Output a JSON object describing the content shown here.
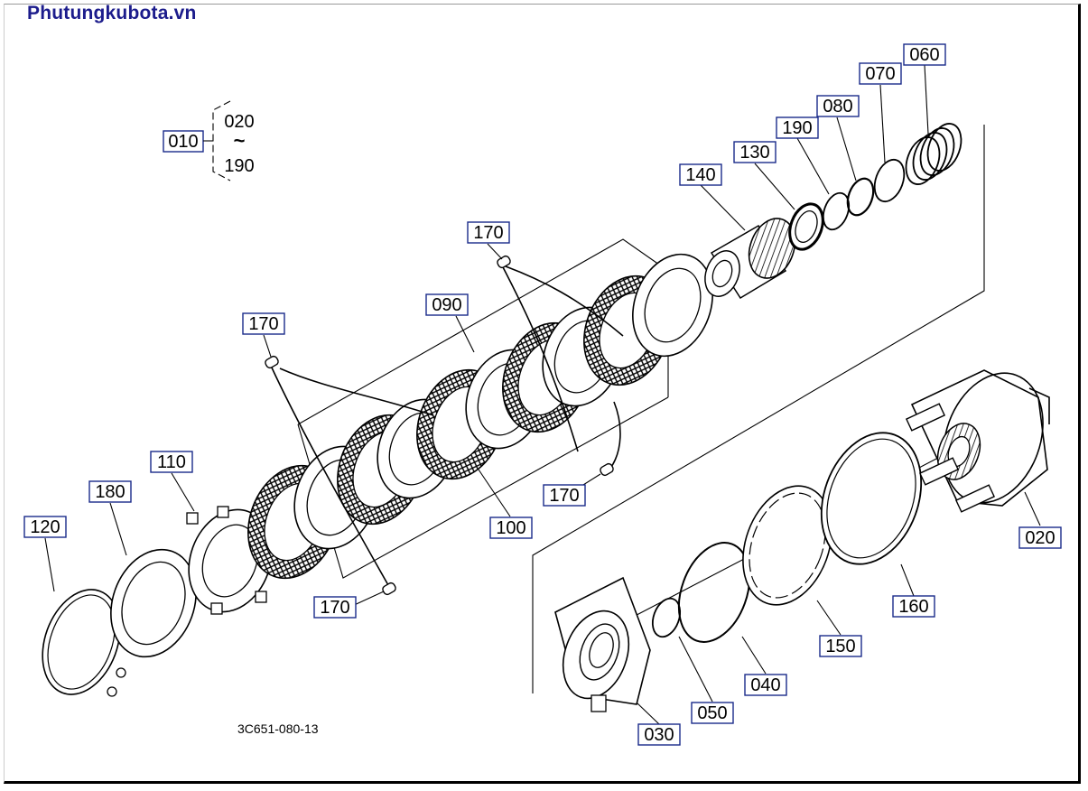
{
  "watermark": "Phutungkubota.vn",
  "drawing_code": "3C651-080-13",
  "assembly": {
    "label": "010",
    "range_start": "020",
    "range_symbol": "~",
    "range_end": "190"
  },
  "callouts": [
    {
      "id": "c060",
      "text": "060"
    },
    {
      "id": "c070",
      "text": "070"
    },
    {
      "id": "c080",
      "text": "080"
    },
    {
      "id": "c190",
      "text": "190"
    },
    {
      "id": "c130",
      "text": "130"
    },
    {
      "id": "c140",
      "text": "140"
    },
    {
      "id": "c170a",
      "text": "170"
    },
    {
      "id": "c170b",
      "text": "170"
    },
    {
      "id": "c170c",
      "text": "170"
    },
    {
      "id": "c170d",
      "text": "170"
    },
    {
      "id": "c090",
      "text": "090"
    },
    {
      "id": "c110",
      "text": "110"
    },
    {
      "id": "c180",
      "text": "180"
    },
    {
      "id": "c120",
      "text": "120"
    },
    {
      "id": "c100",
      "text": "100"
    },
    {
      "id": "c020",
      "text": "020"
    },
    {
      "id": "c160",
      "text": "160"
    },
    {
      "id": "c150",
      "text": "150"
    },
    {
      "id": "c040",
      "text": "040"
    },
    {
      "id": "c050",
      "text": "050"
    },
    {
      "id": "c030",
      "text": "030"
    }
  ]
}
